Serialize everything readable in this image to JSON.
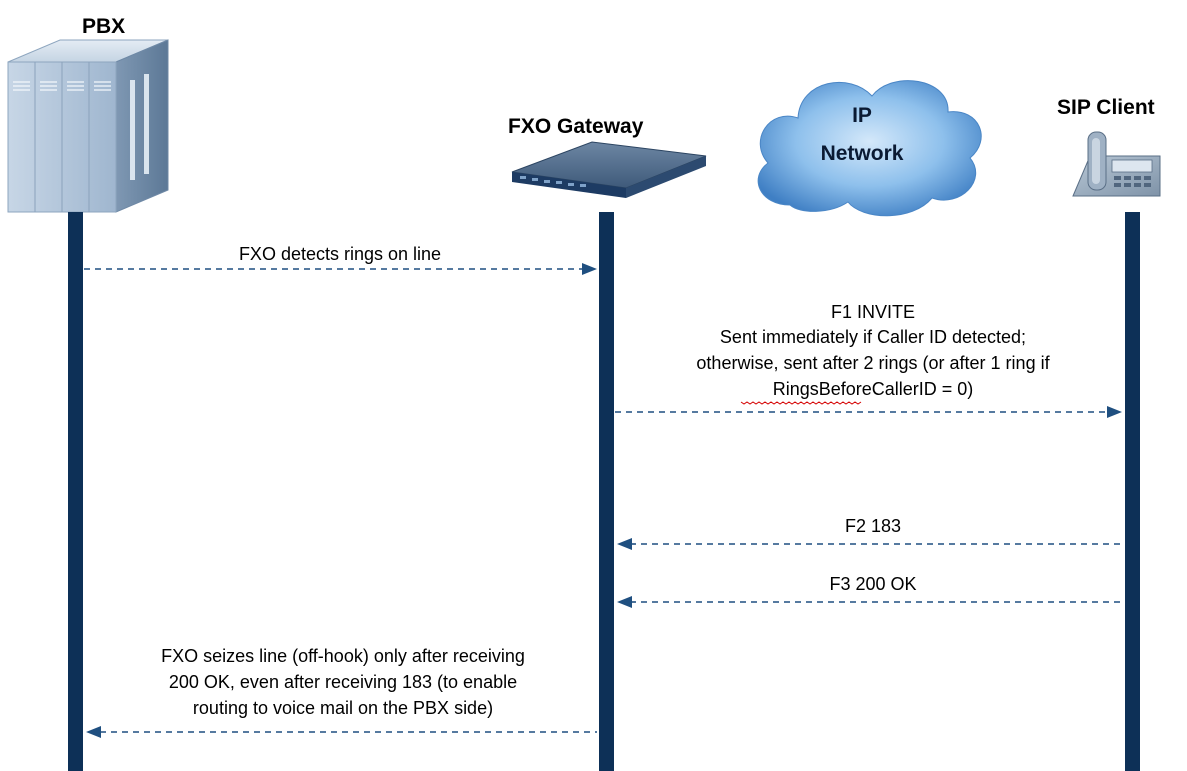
{
  "participants": {
    "pbx": "PBX",
    "gateway": "FXO Gateway",
    "network_line1": "IP",
    "network_line2": "Network",
    "sip_client": "SIP Client"
  },
  "messages": {
    "m0": {
      "lines": [
        "FXO detects rings on line"
      ]
    },
    "m1": {
      "lines": [
        "F1   INVITE",
        "Sent immediately if Caller ID detected;",
        "otherwise, sent after 2 rings (or after 1 ring if",
        "RingsBeforeCallerID = 0)"
      ]
    },
    "m2": {
      "lines": [
        "F2 183"
      ]
    },
    "m3": {
      "lines": [
        "F3 200 OK"
      ]
    },
    "m4": {
      "lines": [
        "FXO seizes line (off-hook) only after receiving",
        "200 OK, even after receiving 183 (to enable",
        "routing to voice mail on the PBX side)"
      ]
    }
  },
  "colors": {
    "lifeline": "#0d3057",
    "arrow": "#1f4f80",
    "cloud": "#4f8fcf"
  },
  "icons": {
    "pbx": "pbx-cabinet-icon",
    "gateway": "gateway-device-icon",
    "network": "cloud-icon",
    "sip_client": "desk-phone-icon"
  }
}
